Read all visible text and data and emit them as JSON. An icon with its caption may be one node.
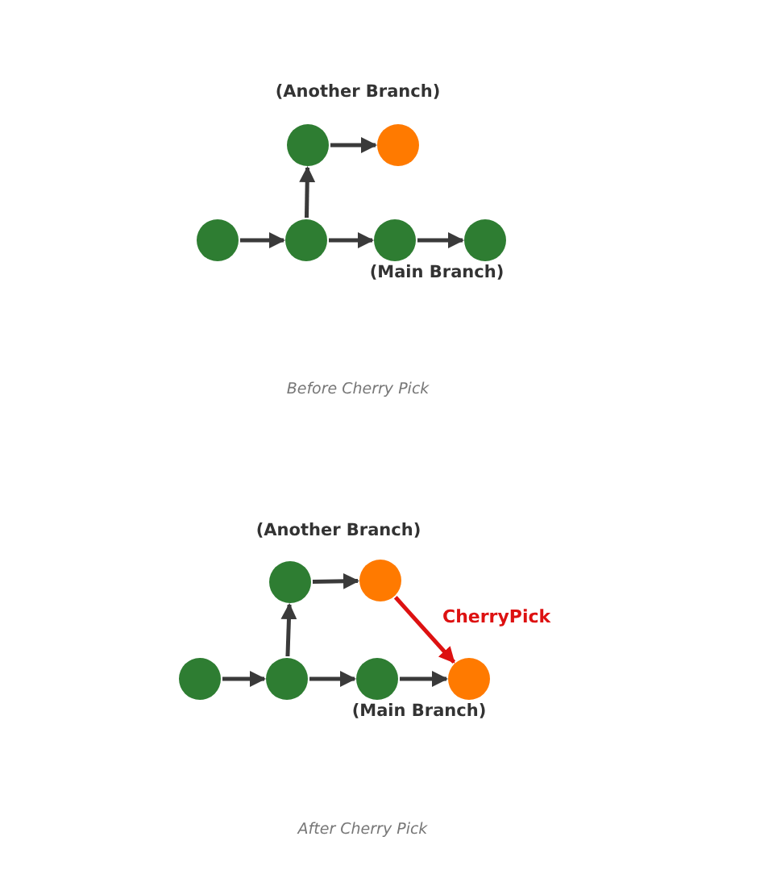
{
  "diagram": {
    "nodes": [
      {
        "text": [],
        "shape": "circle"
      },
      {
        "text": [],
        "shape": "circle"
      },
      {
        "text": [],
        "shape": "circle"
      },
      {
        "text": [],
        "shape": "circle"
      },
      {
        "text": [],
        "shape": "circle"
      },
      {
        "text": [],
        "shape": "circle"
      },
      {
        "text": [],
        "shape": "circle"
      },
      {
        "text": [],
        "shape": "circle"
      },
      {
        "text": [],
        "shape": "circle"
      },
      {
        "text": [],
        "shape": "circle"
      },
      {
        "text": [],
        "shape": "circle"
      },
      {
        "text": [],
        "shape": "circle"
      }
    ],
    "edges": [
      {
        "from": 0,
        "to": 1,
        "arrow": "to"
      },
      {
        "from": 2,
        "to": 3,
        "arrow": "to"
      },
      {
        "from": 3,
        "to": 0,
        "arrow": "to"
      },
      {
        "from": 3,
        "to": 4,
        "arrow": "to"
      },
      {
        "from": 4,
        "to": 5,
        "arrow": "to"
      },
      {
        "from": 6,
        "to": 7,
        "arrow": "to"
      },
      {
        "from": 8,
        "to": 9,
        "arrow": "to"
      },
      {
        "from": 9,
        "to": 6,
        "arrow": "to"
      },
      {
        "from": 9,
        "to": 10,
        "arrow": "to"
      },
      {
        "from": 10,
        "to": 11,
        "arrow": "to"
      },
      {
        "from": 7,
        "to": 11,
        "arrow": "to",
        "label": "CherryPick",
        "color": "#dd1111"
      }
    ],
    "labels": [
      "(Another Branch)",
      "(Main Branch)",
      "Before Cherry Pick",
      "(Another Branch)",
      "(Main Branch)",
      "After Cherry Pick"
    ]
  }
}
